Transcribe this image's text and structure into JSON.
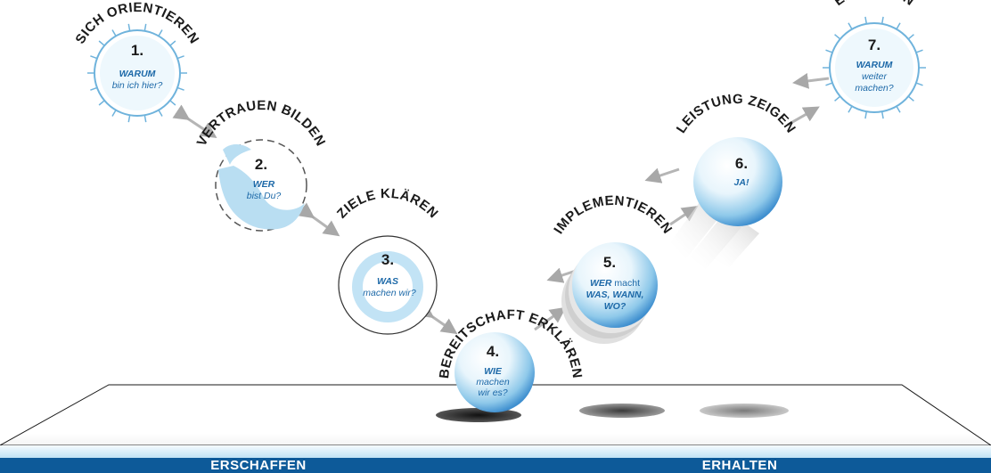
{
  "phases": [
    {
      "title": "SICH ORIENTIEREN",
      "number": "1.",
      "lines": [
        {
          "text": "WARUM",
          "bold": true
        },
        {
          "text": "bin ich hier?",
          "bold": false
        }
      ]
    },
    {
      "title": "VERTRAUEN BILDEN",
      "number": "2.",
      "lines": [
        {
          "text": "WER",
          "bold": true
        },
        {
          "text": "bist Du?",
          "bold": false
        }
      ]
    },
    {
      "title": "ZIELE KLÄREN",
      "number": "3.",
      "lines": [
        {
          "text": "WAS",
          "bold": true
        },
        {
          "text": "machen wir?",
          "bold": false
        }
      ]
    },
    {
      "title": "BEREITSCHAFT ERKLÄREN",
      "number": "4.",
      "lines": [
        {
          "text": "WIE",
          "bold": true
        },
        {
          "text": "machen",
          "bold": false
        },
        {
          "text": "wir es?",
          "bold": false
        }
      ]
    },
    {
      "title": "IMPLEMENTIEREN",
      "number": "5.",
      "lines": [
        {
          "text": "WER",
          "bold": true,
          "suffix": " macht"
        },
        {
          "text": "WAS, WANN,",
          "bold": true
        },
        {
          "text": "WO?",
          "bold": true
        }
      ]
    },
    {
      "title": "LEISTUNG ZEIGEN",
      "number": "6.",
      "lines": [
        {
          "text": "JA!",
          "bold": true
        }
      ]
    },
    {
      "title": "ERNEUERN",
      "number": "7.",
      "lines": [
        {
          "text": "WARUM",
          "bold": true
        },
        {
          "text": "weiter",
          "bold": false
        },
        {
          "text": "machen?",
          "bold": false
        }
      ]
    }
  ],
  "base": {
    "left_label": "ERSCHAFFEN",
    "right_label": "ERHALTEN"
  },
  "colors": {
    "blue": "#1d69a8",
    "light_blue": "#d6eefa",
    "band": "#0d5a99"
  }
}
